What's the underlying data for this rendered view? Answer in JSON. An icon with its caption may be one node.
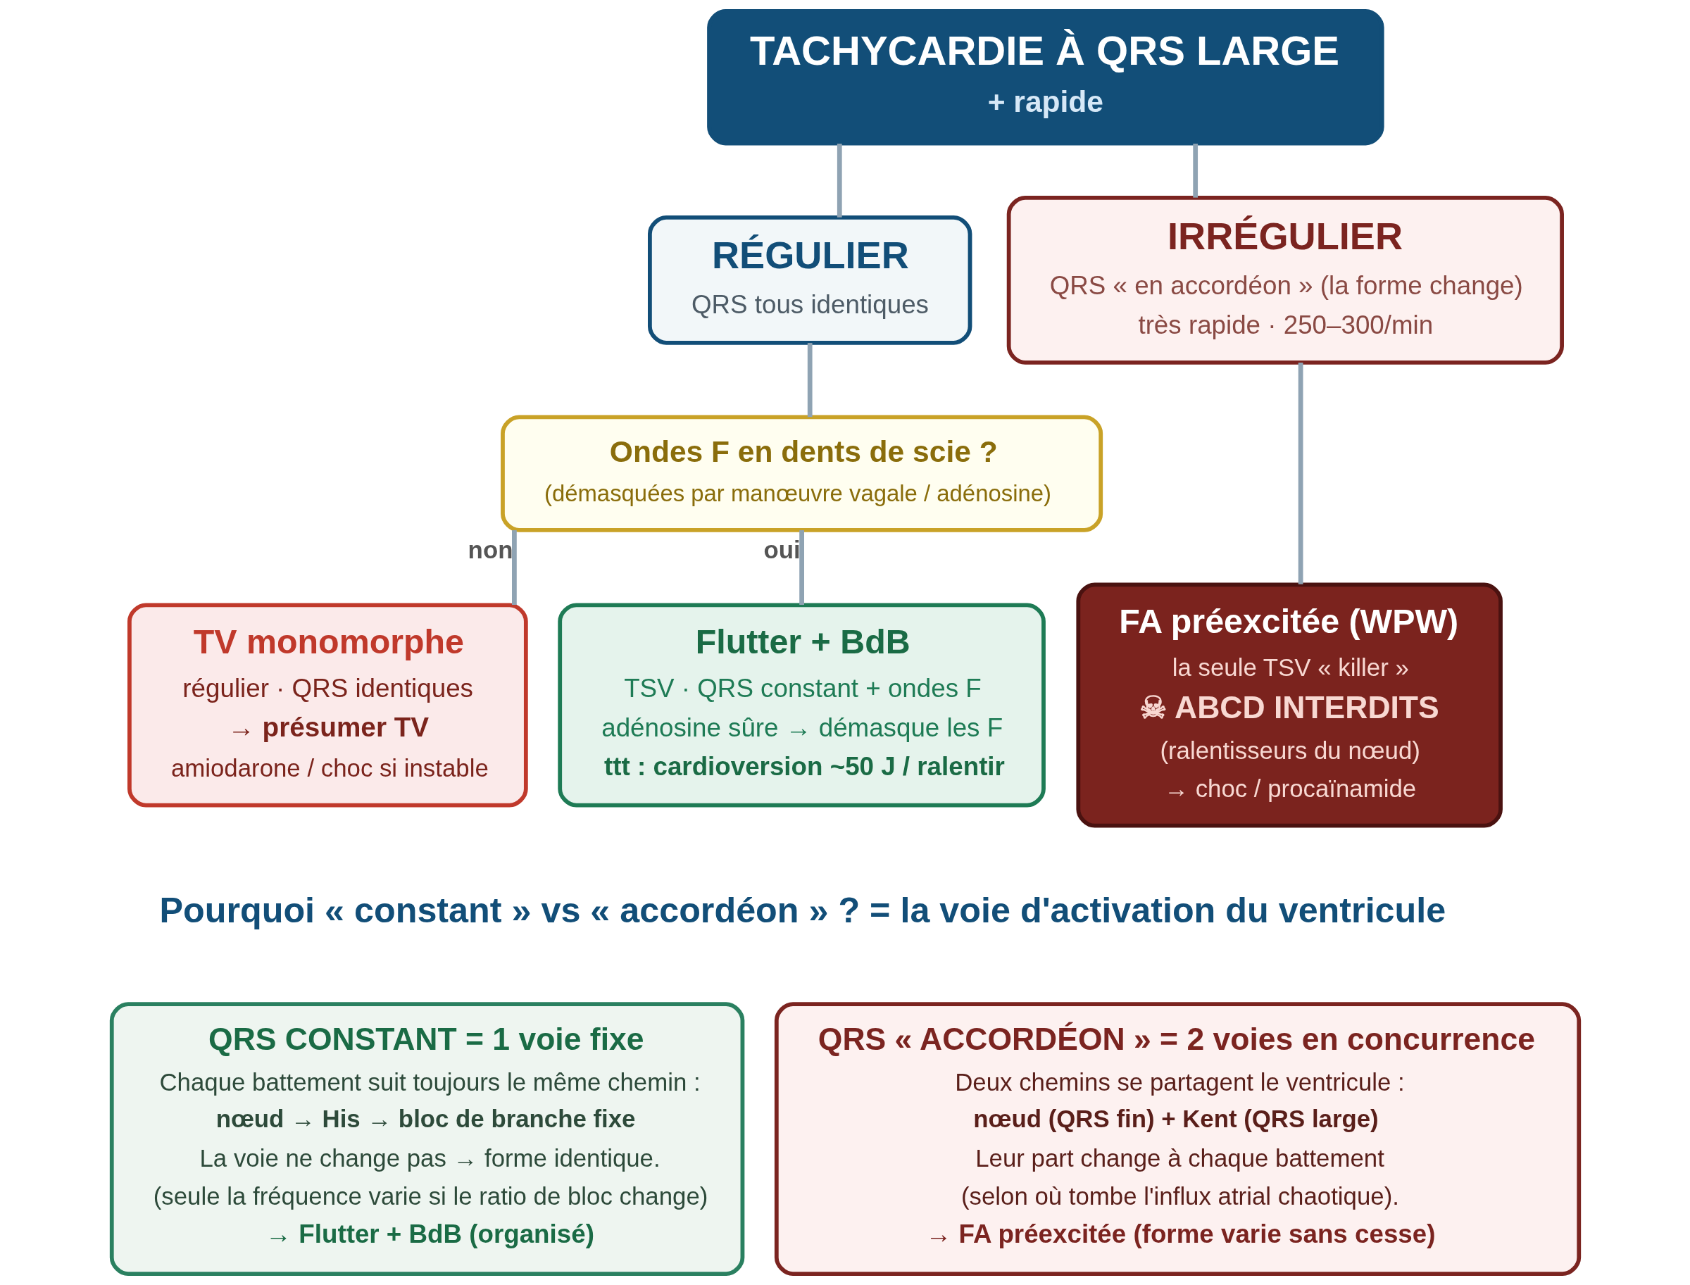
{
  "diagram": {
    "nodes": [
      {
        "text": [
          "TACHYCARDIE À QRS LARGE",
          "+ rapide"
        ]
      },
      {
        "text": [
          "RÉGULIER",
          "QRS tous identiques"
        ]
      },
      {
        "text": [
          "IRRÉGULIER",
          "QRS « en accordéon » (la forme change)",
          "très rapide · 250–300/min"
        ]
      },
      {
        "text": [
          "Ondes F en dents de scie ?",
          "(démasquées par manœuvre vagale / adénosine)"
        ]
      },
      {
        "text": [
          "TV monomorphe",
          "régulier · QRS identiques",
          "→ présumer TV",
          "amiodarone / choc si instable"
        ]
      },
      {
        "text": [
          "Flutter + BdB",
          "TSV · QRS constant + ondes F",
          "adénosine sûre → démasque les F",
          "ttt : cardioversion ~50 J / ralentir"
        ]
      },
      {
        "text": [
          "FA préexcitée (WPW)",
          "la seule TSV « killer »",
          "☠ ABCD INTERDITS",
          "(ralentisseurs du nœud)",
          "→ choc / procaïnamide"
        ]
      },
      {
        "text": [
          "QRS CONSTANT = 1 voie fixe",
          "Chaque battement suit toujours le même chemin :",
          "nœud → His → bloc de branche fixe",
          "La voie ne change pas → forme identique.",
          "(seule la fréquence varie si le ratio de bloc change)",
          "→ Flutter + BdB (organisé)"
        ]
      },
      {
        "text": [
          "QRS « ACCORDÉON » = 2 voies en concurrence",
          "Deux chemins se partagent le ventricule :",
          "nœud (QRS fin) + Kent (QRS large)",
          "Leur part change à chaque battement",
          "(selon où tombe l'influx atrial chaotique).",
          "→ FA préexcitée (forme varie sans cesse)"
        ]
      }
    ],
    "edges": [
      {
        "from": 0,
        "to": 1,
        "arrow": "none"
      },
      {
        "from": 0,
        "to": 2,
        "arrow": "none"
      },
      {
        "from": 1,
        "to": 3,
        "arrow": "none"
      },
      {
        "from": 3,
        "to": 4,
        "arrow": "none",
        "label": "non"
      },
      {
        "from": 3,
        "to": 5,
        "arrow": "none",
        "label": "oui"
      },
      {
        "from": 2,
        "to": 6,
        "arrow": "none"
      }
    ],
    "labels": [
      "Pourquoi « constant » vs « accordéon » ? = la voie d'activation du ventricule"
    ]
  }
}
